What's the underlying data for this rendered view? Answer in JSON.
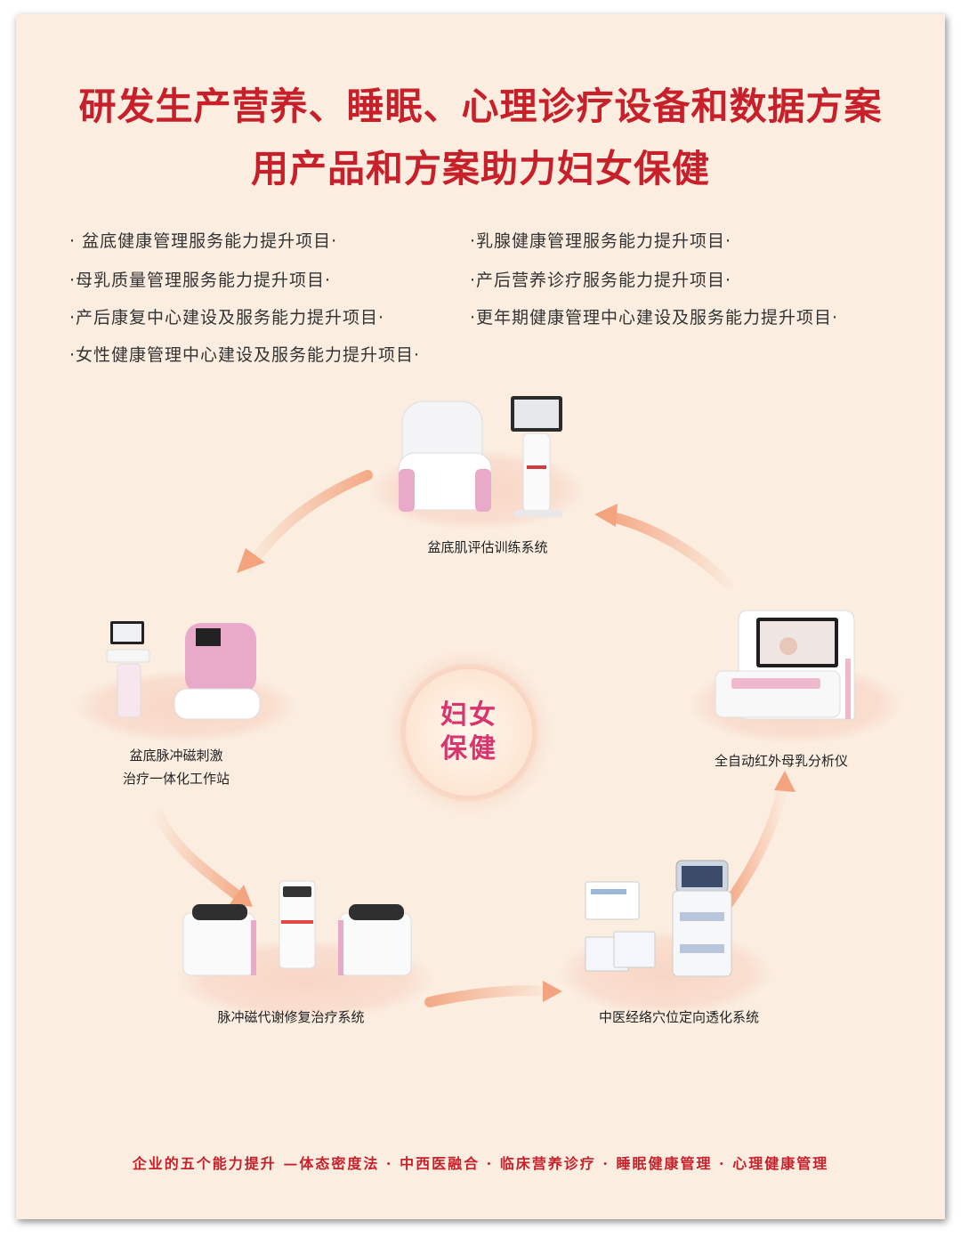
{
  "title": {
    "line1": "研发生产营养、睡眠、心理诊疗设备和数据方案",
    "line2": "用产品和方案助力妇女保健"
  },
  "projects": [
    "· 盆底健康管理服务能力提升项目·",
    "·乳腺健康管理服务能力提升项目·",
    "·母乳质量管理服务能力提升项目·",
    "·产后营养诊疗服务能力提升项目·",
    "·产后康复中心建设及服务能力提升项目·",
    "·更年期健康管理中心建设及服务能力提升项目·",
    "·女性健康管理中心建设及服务能力提升项目·"
  ],
  "center": {
    "line1": "妇女",
    "line2": "保健"
  },
  "devices": {
    "pelvic_trainer": "盆底肌评估训练系统",
    "breast_milk_analyzer": "全自动红外母乳分析仪",
    "tcm_acupoint": "中医经络穴位定向透化系统",
    "pulse_magnetic_repair": "脉冲磁代谢修复治疗系统",
    "pelvic_magnetic_line1": "盆底脉冲磁刺激",
    "pelvic_magnetic_line2": "治疗一体化工作站"
  },
  "footer": "企业的五个能力提升 —体态密度法 · 中西医融合 · 临床营养诊疗 · 睡眠健康管理 · 心理健康管理",
  "colors": {
    "title_red": "#c8202a",
    "accent_pink": "#d6356d",
    "page_bg": "#fbeee1",
    "arrow": "#f3a37e"
  }
}
